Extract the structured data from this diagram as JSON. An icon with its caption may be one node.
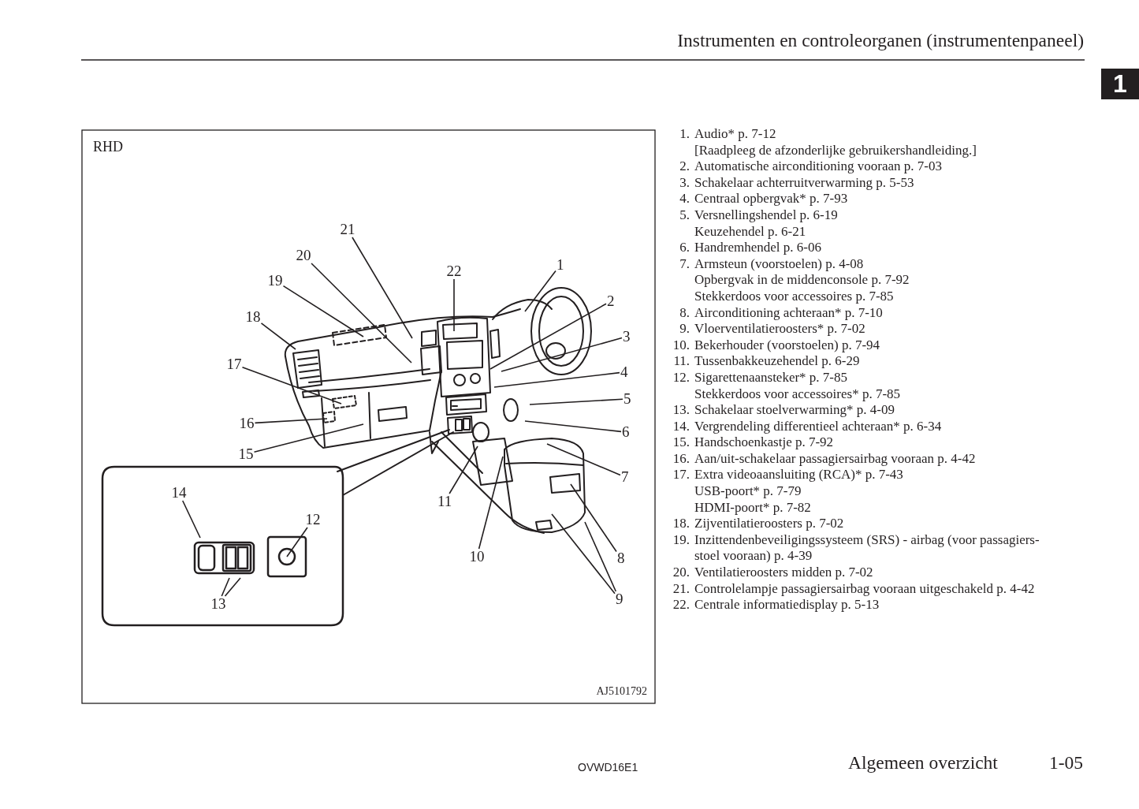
{
  "diagram": {
    "title": "Instrumenten en controleorganen (instrumentenpaneel)",
    "nodes": [
      {
        "text": [
          "1"
        ]
      },
      {
        "text": [
          "2"
        ]
      },
      {
        "text": [
          "3"
        ]
      },
      {
        "text": [
          "4"
        ]
      },
      {
        "text": [
          "5"
        ]
      },
      {
        "text": [
          "6"
        ]
      },
      {
        "text": [
          "7"
        ]
      },
      {
        "text": [
          "8"
        ]
      },
      {
        "text": [
          "9"
        ]
      },
      {
        "text": [
          "10"
        ]
      },
      {
        "text": [
          "11"
        ]
      },
      {
        "text": [
          "12"
        ]
      },
      {
        "text": [
          "13"
        ]
      },
      {
        "text": [
          "14"
        ]
      },
      {
        "text": [
          "15"
        ]
      },
      {
        "text": [
          "16"
        ]
      },
      {
        "text": [
          "17"
        ]
      },
      {
        "text": [
          "18"
        ]
      },
      {
        "text": [
          "19"
        ]
      },
      {
        "text": [
          "20"
        ]
      },
      {
        "text": [
          "21"
        ]
      },
      {
        "text": [
          "22"
        ]
      }
    ],
    "edges": [
      {
        "from": 0,
        "to": null,
        "arrow": "none"
      },
      {
        "from": 1,
        "to": null,
        "arrow": "none"
      },
      {
        "from": 2,
        "to": null,
        "arrow": "none"
      },
      {
        "from": 3,
        "to": null,
        "arrow": "none"
      },
      {
        "from": 4,
        "to": null,
        "arrow": "none"
      },
      {
        "from": 5,
        "to": null,
        "arrow": "none"
      },
      {
        "from": 6,
        "to": null,
        "arrow": "none"
      },
      {
        "from": 7,
        "to": null,
        "arrow": "none"
      },
      {
        "from": 8,
        "to": null,
        "arrow": "none"
      },
      {
        "from": 8,
        "to": null,
        "arrow": "none"
      },
      {
        "from": 9,
        "to": null,
        "arrow": "none"
      },
      {
        "from": 10,
        "to": null,
        "arrow": "none"
      },
      {
        "from": 11,
        "to": null,
        "arrow": "none"
      },
      {
        "from": 12,
        "to": null,
        "arrow": "none"
      },
      {
        "from": 12,
        "to": null,
        "arrow": "none"
      },
      {
        "from": 13,
        "to": null,
        "arrow": "none"
      },
      {
        "from": 14,
        "to": null,
        "arrow": "none"
      },
      {
        "from": 15,
        "to": null,
        "arrow": "none"
      },
      {
        "from": 16,
        "to": null,
        "arrow": "none"
      },
      {
        "from": 17,
        "to": null,
        "arrow": "none"
      },
      {
        "from": 18,
        "to": null,
        "arrow": "none"
      },
      {
        "from": 19,
        "to": null,
        "arrow": "none"
      },
      {
        "from": 20,
        "to": null,
        "arrow": "none"
      },
      {
        "from": 21,
        "to": null,
        "arrow": "none"
      }
    ],
    "labels": [
      "1",
      "RHD",
      "AJ5101792",
      "1.",
      "Audio* p. 7-12",
      "[Raadpleeg de afzonderlijke gebruikershandleiding.]",
      "2.",
      "Automatische airconditioning vooraan p. 7-03",
      "3.",
      "Schakelaar achterruitverwarming p. 5-53",
      "4.",
      "Centraal opbergvak* p. 7-93",
      "5.",
      "Versnellingshendel p. 6-19",
      "Keuzehendel p. 6-21",
      "6.",
      "Handremhendel p. 6-06",
      "7.",
      "Armsteun (voorstoelen) p. 4-08",
      "Opbergvak in de middenconsole p. 7-92",
      "Stekkerdoos voor accessoires p. 7-85",
      "8.",
      "Airconditioning achteraan* p. 7-10",
      "9.",
      "Vloerventilatieroosters* p. 7-02",
      "10.",
      "Bekerhouder (voorstoelen) p. 7-94",
      "11.",
      "Tussenbakkeuzehendel p. 6-29",
      "12.",
      "Sigarettenaansteker* p. 7-85",
      "Stekkerdoos voor accessoires* p. 7-85",
      "13.",
      "Schakelaar stoelverwarming* p. 4-09",
      "14.",
      "Vergrendeling differentieel achteraan* p. 6-34",
      "15.",
      "Handschoenkastje p. 7-92",
      "16.",
      "Aan/uit-schakelaar passagiersairbag vooraan p. 4-42",
      "17.",
      "Extra videoaansluiting (RCA)* p. 7-43",
      "USB-poort* p. 7-79",
      "HDMI-poort* p. 7-82",
      "18.",
      "Zijventilatieroosters p. 7-02",
      "19.",
      "Inzittendenbeveiligingssysteem (SRS) - airbag (voor passagiers- stoel vooraan) p. 4-39",
      "20.",
      "Ventilatieroosters midden p. 7-02",
      "21.",
      "Controlelampje passagiersairbag vooraan uitgeschakeld p. 4-42",
      "22.",
      "Centrale informatiedisplay p. 5-13",
      "OVWD16E1",
      "Algemeen overzicht",
      "1-05"
    ]
  }
}
